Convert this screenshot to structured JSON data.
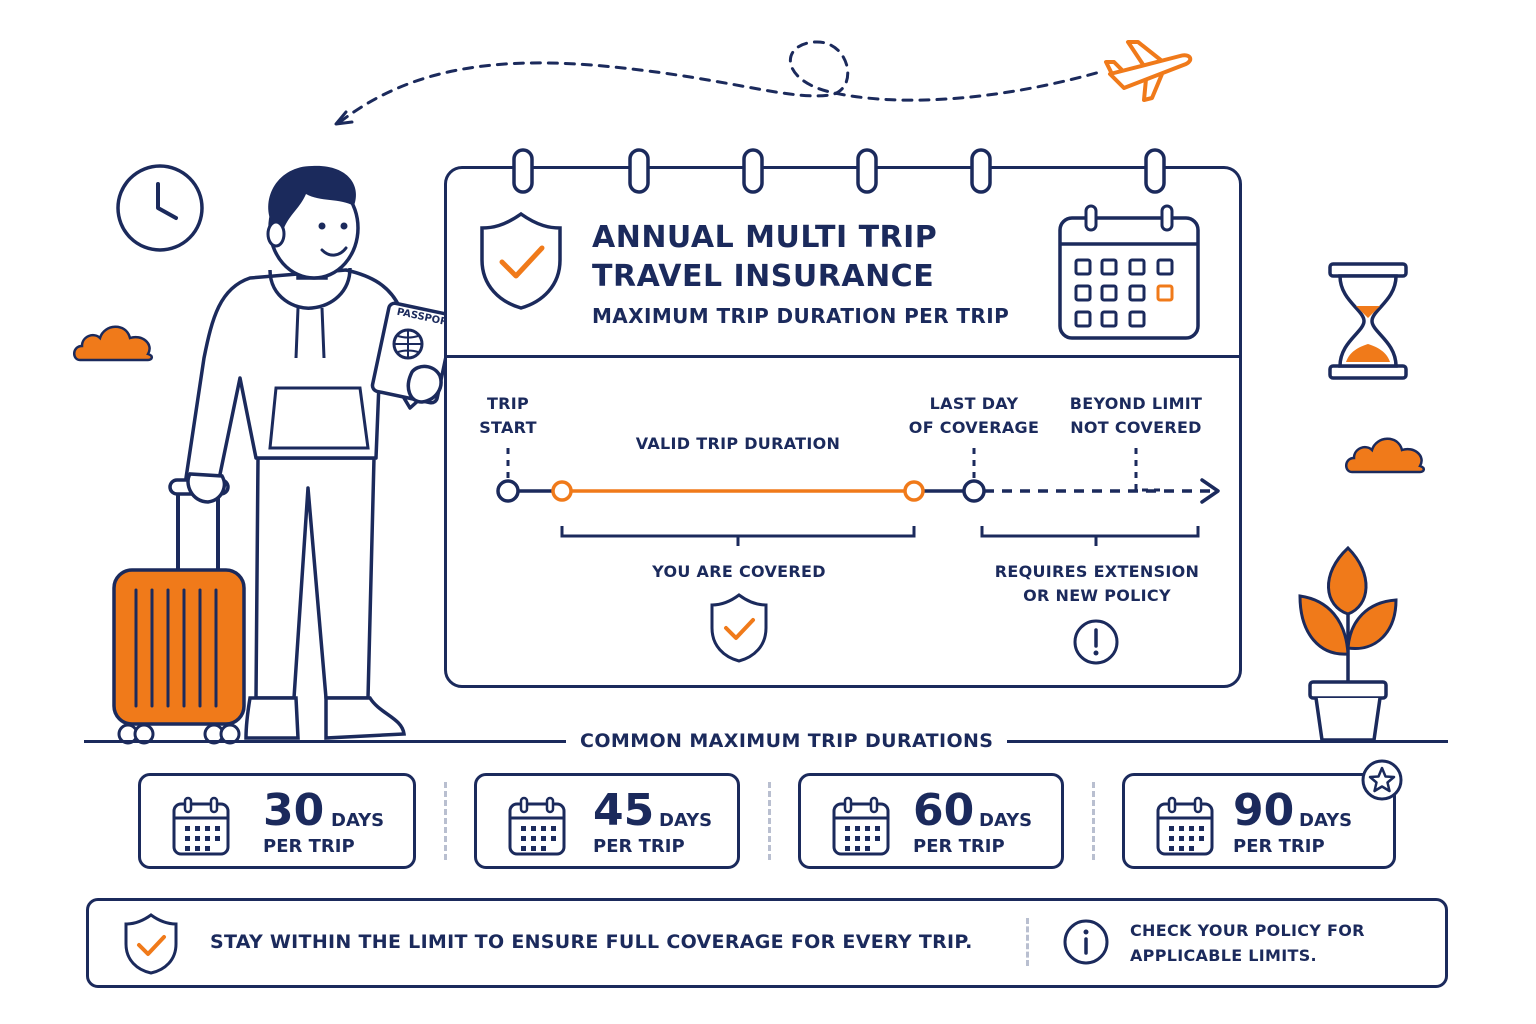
{
  "header": {
    "title_line1": "ANNUAL MULTI TRIP",
    "title_line2": "TRAVEL INSURANCE",
    "subtitle": "MAXIMUM TRIP DURATION PER TRIP"
  },
  "timeline": {
    "trip_start": [
      "TRIP",
      "START"
    ],
    "valid_duration": "VALID TRIP DURATION",
    "last_day": [
      "LAST DAY",
      "OF COVERAGE"
    ],
    "beyond": [
      "BEYOND LIMIT",
      "NOT COVERED"
    ],
    "covered": "YOU ARE COVERED",
    "requires": [
      "REQUIRES EXTENSION",
      "OR NEW POLICY"
    ]
  },
  "durations": {
    "section_title": "COMMON MAXIMUM TRIP DURATIONS",
    "unit": "DAYS",
    "per_trip": "PER TRIP",
    "items": [
      {
        "value": "30"
      },
      {
        "value": "45"
      },
      {
        "value": "60"
      },
      {
        "value": "90"
      }
    ]
  },
  "footer": {
    "message": "STAY WITHIN THE LIMIT TO ENSURE FULL COVERAGE FOR EVERY TRIP.",
    "note": [
      "CHECK YOUR POLICY FOR",
      "APPLICABLE LIMITS."
    ]
  },
  "colors": {
    "navy": "#1b2a5c",
    "orange": "#f07a1a"
  },
  "icons": [
    "airplane-icon",
    "clock-icon",
    "cloud-icon",
    "hourglass-icon",
    "plant-icon",
    "shield-check-icon",
    "calendar-icon",
    "passport-icon",
    "suitcase-icon",
    "star-icon",
    "alert-icon",
    "info-icon"
  ]
}
